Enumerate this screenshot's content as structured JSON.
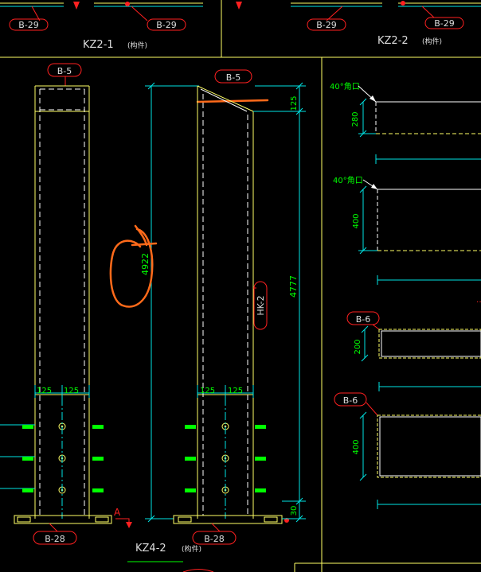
{
  "tags": {
    "b29": "B-29",
    "b5": "B-5",
    "b6": "B-6",
    "b28": "B-28",
    "hk2": "HK-2"
  },
  "titles": {
    "kz21": "KZ2-1",
    "kz21_note": "(构件)",
    "kz22": "KZ2-2",
    "kz22_note": "(构件)",
    "kz42": "KZ4-2",
    "kz42_note": "(构件)"
  },
  "dims": {
    "d4922": "4922",
    "d4777": "4777",
    "d125": "125",
    "d30": "30",
    "d280": "280",
    "d400": "400",
    "d200": "200",
    "weld": "40°角口"
  },
  "section_marker": "A",
  "colors": {
    "yellow": "#ffff66",
    "cyan": "#00e5e5",
    "green": "#00ff00",
    "red": "#ff2020",
    "white": "#ffffff",
    "orange": "#ff6a1a"
  }
}
